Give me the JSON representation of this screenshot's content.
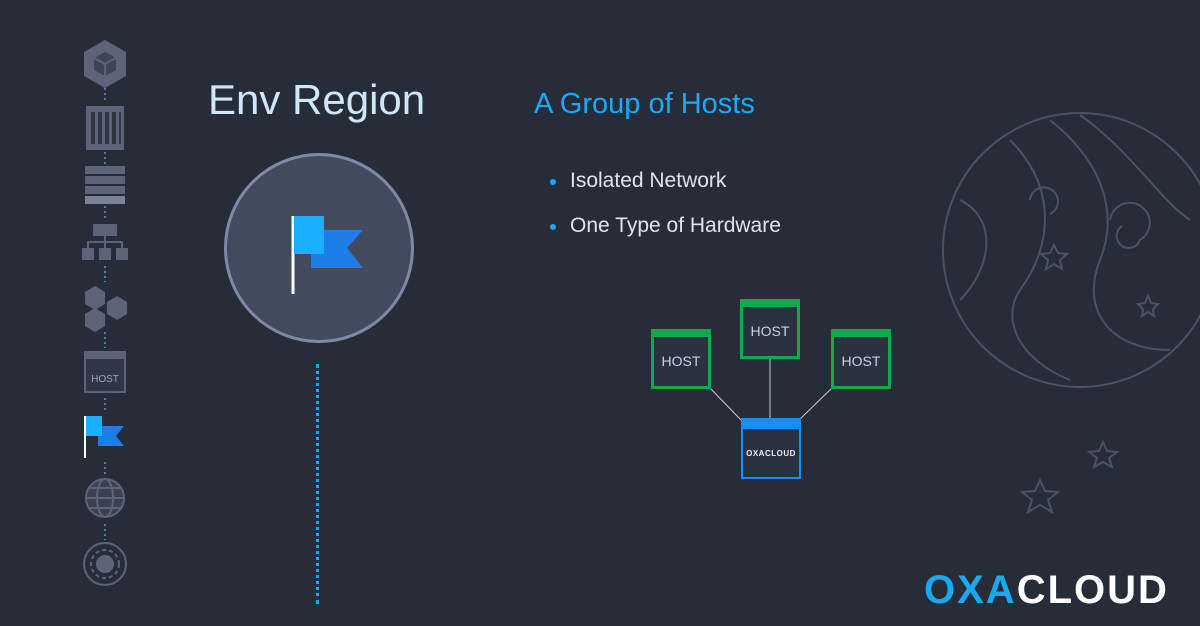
{
  "slide": {
    "title": "Env Region",
    "subtitle": "A Group of Hosts",
    "bullets": [
      "Isolated Network",
      "One Type of Hardware"
    ]
  },
  "sidebar": {
    "items": [
      {
        "icon": "cube-icon"
      },
      {
        "icon": "rack-icon"
      },
      {
        "icon": "server-stack-icon"
      },
      {
        "icon": "hierarchy-icon"
      },
      {
        "icon": "hexagon-cluster-icon"
      },
      {
        "icon": "host-icon",
        "label": "HOST"
      },
      {
        "icon": "flag-icon",
        "active": true
      },
      {
        "icon": "globe-icon"
      },
      {
        "icon": "galaxy-icon"
      }
    ]
  },
  "diagram": {
    "hosts": [
      "HOST",
      "HOST",
      "HOST"
    ],
    "center_label": "OXACLOUD"
  },
  "brand": {
    "part1": "OXA",
    "part2": "CLOUD"
  },
  "colors": {
    "background": "#262d39",
    "accent": "#1aa8ff",
    "host_green": "#13a84a",
    "sidebar_icon": "#5d6479"
  }
}
